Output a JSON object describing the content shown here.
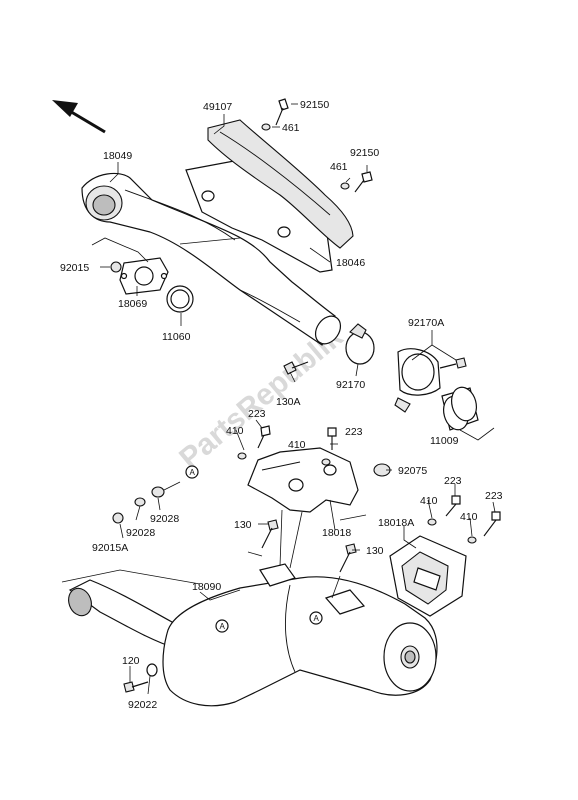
{
  "labels": {
    "p49107": "49107",
    "p92150a": "92150",
    "p461a": "461",
    "p92150b": "92150",
    "p461b": "461",
    "p18049": "18049",
    "p18046": "18046",
    "p92015": "92015",
    "p18069": "18069",
    "p11060": "11060",
    "p92170A": "92170A",
    "p92170": "92170",
    "p130A": "130A",
    "p11009": "11009",
    "p223a": "223",
    "p410a": "410",
    "p410b": "410",
    "p223b": "223",
    "p92075": "92075",
    "p92028a": "92028",
    "p92028b": "92028",
    "p92015A": "92015A",
    "p18018": "18018",
    "p130a": "130",
    "p223c": "223",
    "p410c": "410",
    "p223d": "223",
    "p18018A": "18018A",
    "p410d": "410",
    "p130b": "130",
    "p18090": "18090",
    "p120": "120",
    "p92022": "92022"
  },
  "reference_marker": "A",
  "watermark": "PartsRepublik",
  "orientation_arrow": "front-direction-arrow",
  "icons": [
    "bolt-icon",
    "washer-icon",
    "clamp-icon",
    "reference-circle-icon"
  ]
}
